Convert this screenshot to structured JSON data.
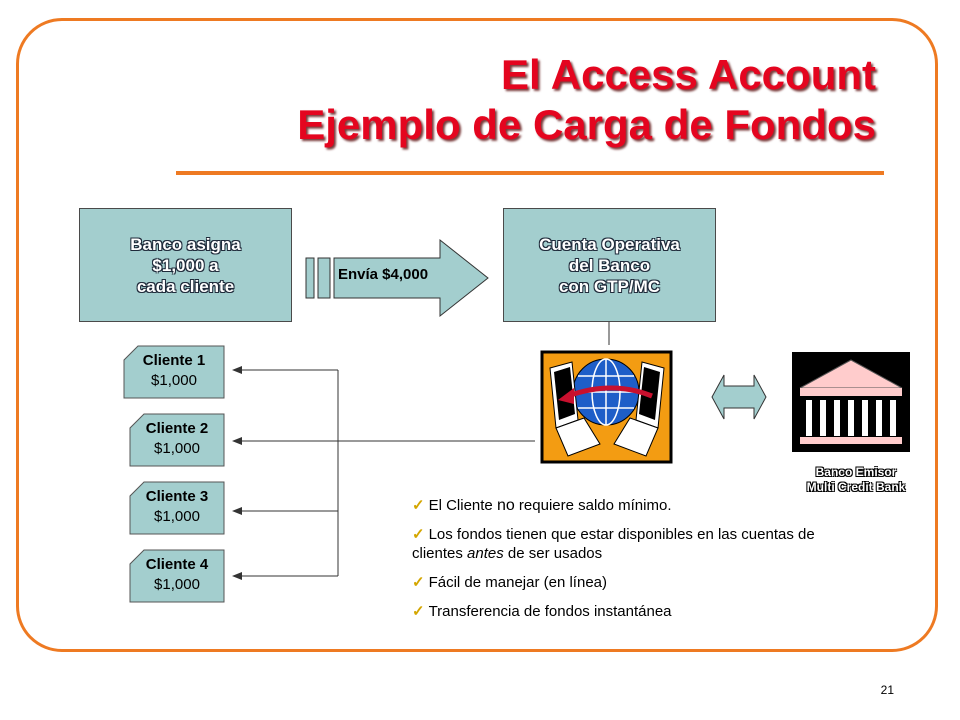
{
  "title": {
    "line1": "El Access Account",
    "line2": "Ejemplo de Carga de Fondos"
  },
  "bank_box": {
    "line1": "Banco asigna",
    "line2": "$1,000 a",
    "line3": "cada cliente"
  },
  "transfer_arrow": {
    "label": "Envía $4,000"
  },
  "cuenta_box": {
    "line1": "Cuenta Operativa",
    "line2": "del Banco",
    "line3": "con GTP/MC"
  },
  "clientes": [
    {
      "name": "Cliente 1",
      "amount": "$1,000"
    },
    {
      "name": "Cliente 2",
      "amount": "$1,000"
    },
    {
      "name": "Cliente 3",
      "amount": "$1,000"
    },
    {
      "name": "Cliente 4",
      "amount": "$1,000"
    }
  ],
  "bullets": {
    "item1": {
      "pre": "El Cliente ",
      "em": "no",
      "post": " requiere saldo mínimo."
    },
    "item2": {
      "pre": "Los fondos tienen que estar disponibles en las cuentas de clientes ",
      "em": "antes",
      "post": " de ser usados"
    },
    "item3": {
      "text": "Fácil de manejar (en línea)"
    },
    "item4": {
      "text": "Transferencia de fondos instantánea"
    }
  },
  "emisor": {
    "line1": "Banco Emisor",
    "line2": "Multi Credit Bank"
  },
  "page_number": "21",
  "colors": {
    "border": "#ee7a22",
    "title": "#e4051f",
    "box": "#a3cece",
    "computer_bg": "#f39c12",
    "bank_bg": "#ffcccc"
  },
  "icons": [
    "network-transfer-icon",
    "double-arrow-icon",
    "bank-building-icon",
    "check-icon"
  ]
}
